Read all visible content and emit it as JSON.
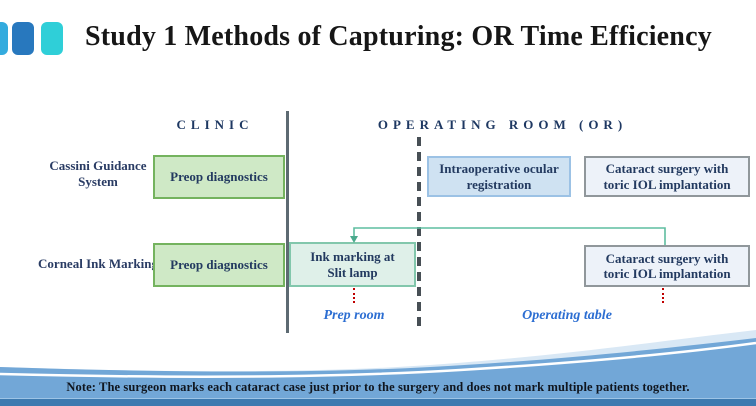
{
  "slide": {
    "title": "Study 1 Methods of Capturing: OR Time Efficiency",
    "note": "Note: The surgeon marks each cataract case just prior to the surgery and does not mark multiple patients together.",
    "logo": {
      "square_colors": [
        "#33ABDE",
        "#2878BE",
        "#2FCFD8"
      ]
    }
  },
  "diagram": {
    "headers": {
      "clinic": "CLINIC",
      "operating_room": "OPERATING ROOM (OR)"
    },
    "row_labels": {
      "cassini": "Cassini Guidance System",
      "corneal": "Corneal Ink Marking"
    },
    "boxes": {
      "preop_cassini": "Preop diagnostics",
      "intraop_registration": "Intraoperative ocular registration",
      "cataract_cassini": "Cataract surgery with toric IOL implantation",
      "preop_corneal": "Preop diagnostics",
      "ink_marking": "Ink marking at Slit lamp",
      "cataract_corneal": "Cataract surgery with toric IOL implantation"
    },
    "zones": {
      "prep_room": "Prep room",
      "operating_table": "Operating table"
    },
    "colors": {
      "green_box_fill": "#CFE9C6",
      "green_box_border": "#74B35E",
      "mint_box_fill": "#DFF0E9",
      "mint_box_border": "#82C7AC",
      "blue_box_fill": "#CFE2F2",
      "blue_box_border": "#9CC2E5",
      "pale_box_fill": "#EDF2F9",
      "gray_box_border": "#90979B",
      "connector_teal": "#5FBDA0",
      "dotted_red": "#C00000",
      "header_navy": "#1E3862",
      "zone_label_blue": "#2C6ED2",
      "wave_blue": "#72A7D7",
      "wave_dark_strip": "#3D7AB0"
    }
  }
}
